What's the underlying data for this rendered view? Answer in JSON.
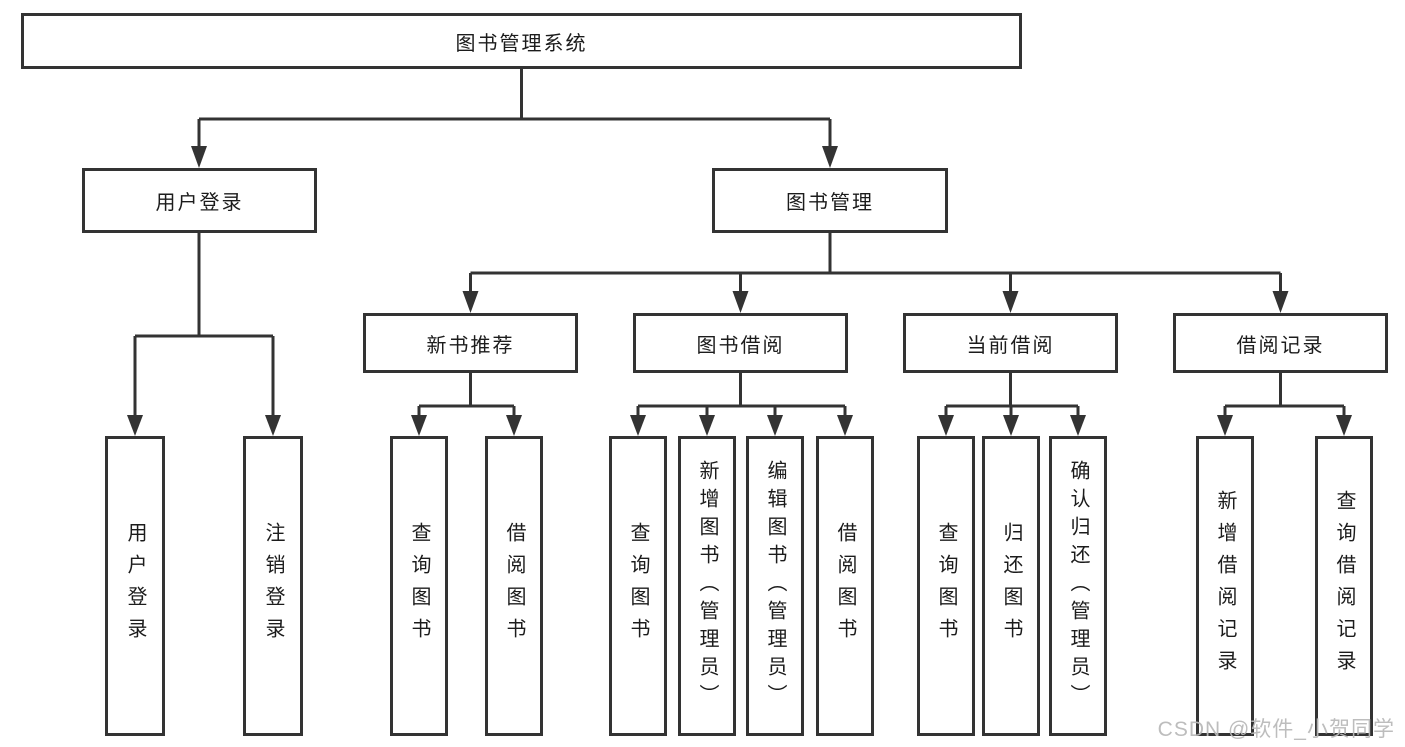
{
  "tree": {
    "label": "图书管理系统",
    "children": [
      {
        "label": "用户登录",
        "children": [
          {
            "label": "用户登录"
          },
          {
            "label": "注销登录"
          }
        ]
      },
      {
        "label": "图书管理",
        "children": [
          {
            "label": "新书推荐",
            "children": [
              {
                "label": "查询图书"
              },
              {
                "label": "借阅图书"
              }
            ]
          },
          {
            "label": "图书借阅",
            "children": [
              {
                "label": "查询图书"
              },
              {
                "label": "新增图书（管理员）"
              },
              {
                "label": "编辑图书（管理员）"
              },
              {
                "label": "借阅图书"
              }
            ]
          },
          {
            "label": "当前借阅",
            "children": [
              {
                "label": "查询图书"
              },
              {
                "label": "归还图书"
              },
              {
                "label": "确认归还（管理员）"
              }
            ]
          },
          {
            "label": "借阅记录",
            "children": [
              {
                "label": "新增借阅记录"
              },
              {
                "label": "查询借阅记录"
              }
            ]
          }
        ]
      }
    ]
  },
  "watermark": {
    "text": "CSDN @软件_小贺同学"
  },
  "colors": {
    "line": "#333333",
    "text": "#1c1c1c",
    "background": "#ffffff",
    "watermark": "#b9b9b9"
  }
}
